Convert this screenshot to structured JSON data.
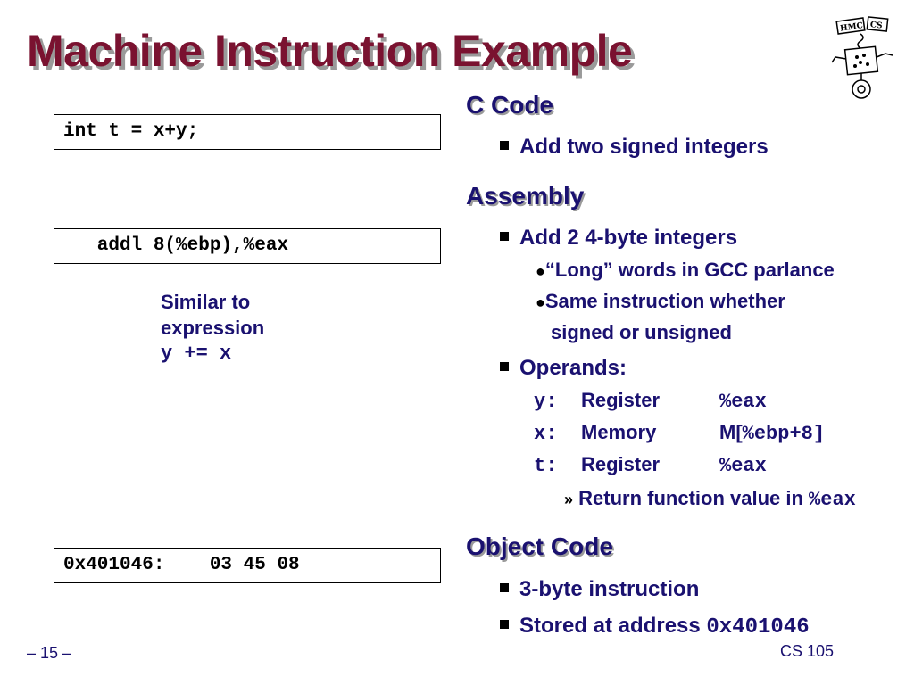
{
  "title": "Machine Instruction Example",
  "code_boxes": {
    "c_code": "int t = x+y;",
    "assembly": "   addl 8(%ebp),%eax",
    "object": "0x401046:    03 45 08"
  },
  "note": {
    "line1": "Similar to",
    "line2": "expression",
    "line3": "y += x"
  },
  "sections": {
    "c_code": {
      "heading": "C Code",
      "bullet1": "Add two signed integers"
    },
    "assembly": {
      "heading": "Assembly",
      "bullet1": "Add 2 4-byte integers",
      "sub1": "“Long” words in GCC parlance",
      "sub2_line1": "Same instruction whether",
      "sub2_line2": "signed or unsigned",
      "bullet2": "Operands:",
      "operands": [
        {
          "name": "y:",
          "kind": "Register",
          "loc_prefix": "",
          "loc_code": "%eax",
          "loc_suffix": ""
        },
        {
          "name": "x:",
          "kind": "Memory",
          "loc_prefix": "M[",
          "loc_code": "%ebp+8",
          "loc_suffix": "]"
        },
        {
          "name": "t:",
          "kind": "Register",
          "loc_prefix": "",
          "loc_code": "%eax",
          "loc_suffix": ""
        }
      ],
      "return_text": "Return function value in ",
      "return_code": "%eax"
    },
    "object_code": {
      "heading": "Object Code",
      "bullet1": "3-byte instruction",
      "bullet2_text": "Stored at address ",
      "bullet2_code": "0x401046"
    }
  },
  "footer": {
    "page": "– 15 –",
    "course": "CS 105"
  },
  "logo": {
    "label1": "HMC",
    "label2": "CS"
  }
}
